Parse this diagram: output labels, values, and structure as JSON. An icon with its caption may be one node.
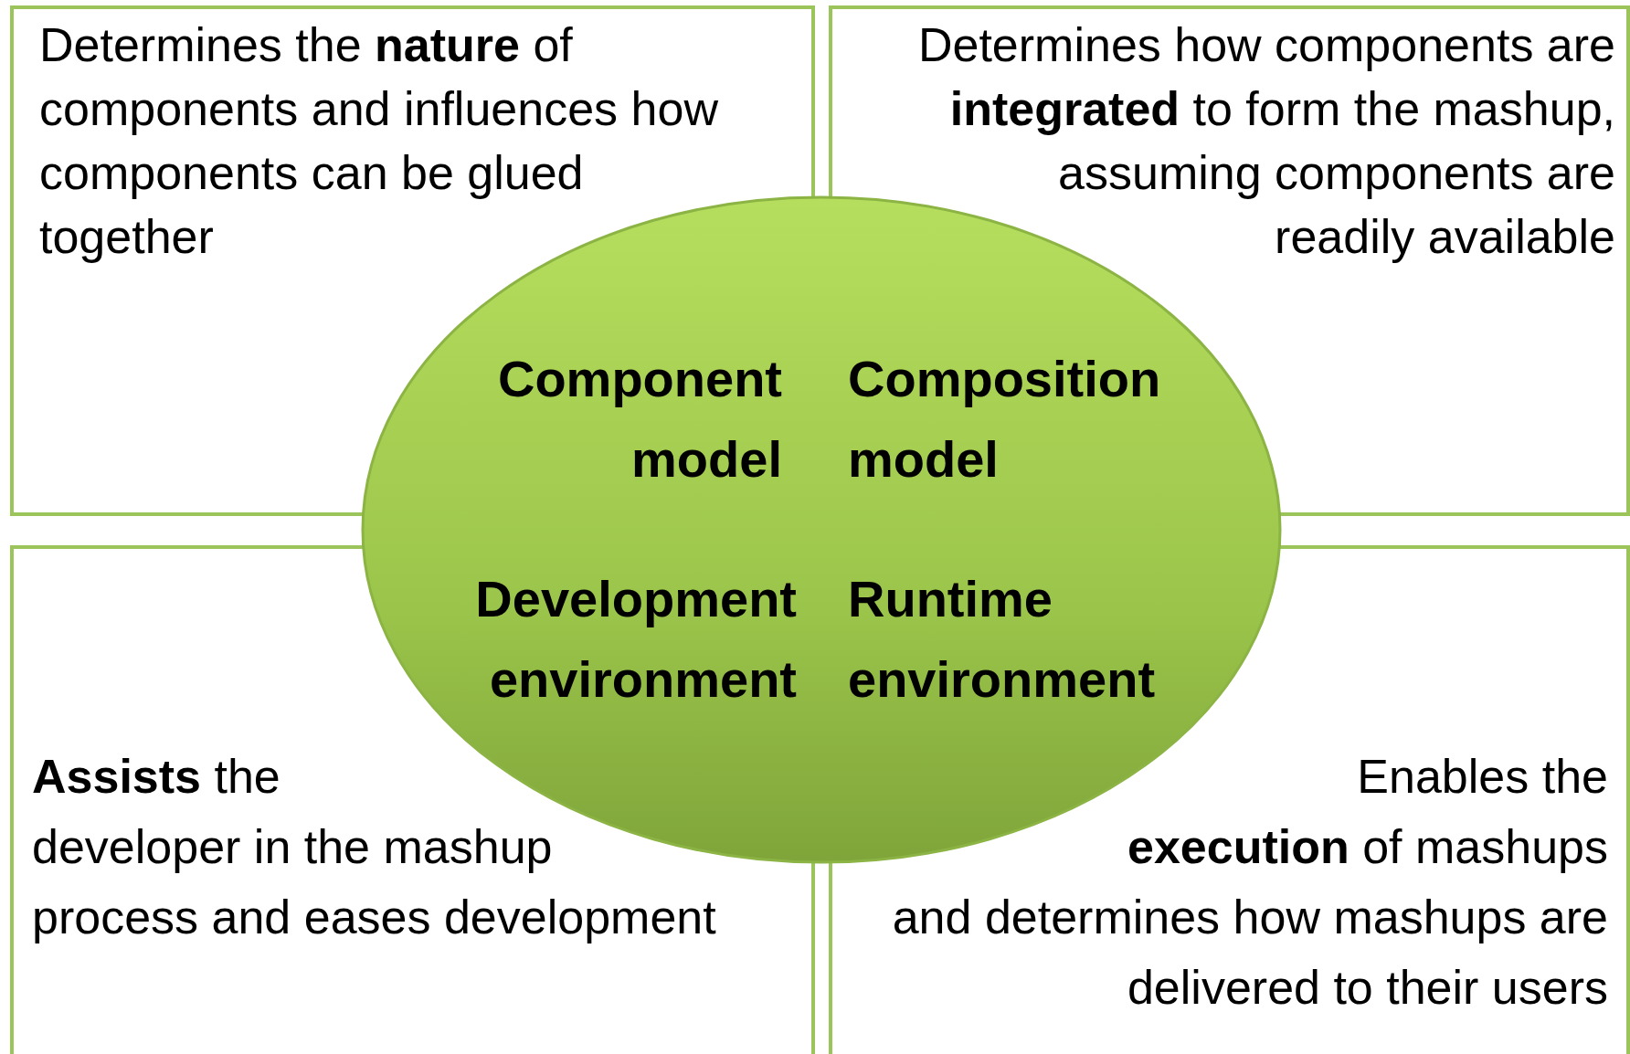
{
  "diagram": {
    "nodes": [
      {
        "text": [
          "Determines the **nature** of components and influences how components can be glued together"
        ]
      },
      {
        "text": [
          "Determines how components are **integrated** to form the mashup, assuming components are readily available"
        ]
      },
      {
        "text": [
          "Component model",
          "Composition model",
          "Development environment",
          "Runtime environment"
        ]
      },
      {
        "text": [
          "**Assists** the developer in the mashup process and eases development"
        ]
      },
      {
        "text": [
          "Enables the **execution** of mashups and determines how mashups are delivered to their users"
        ]
      }
    ]
  }
}
